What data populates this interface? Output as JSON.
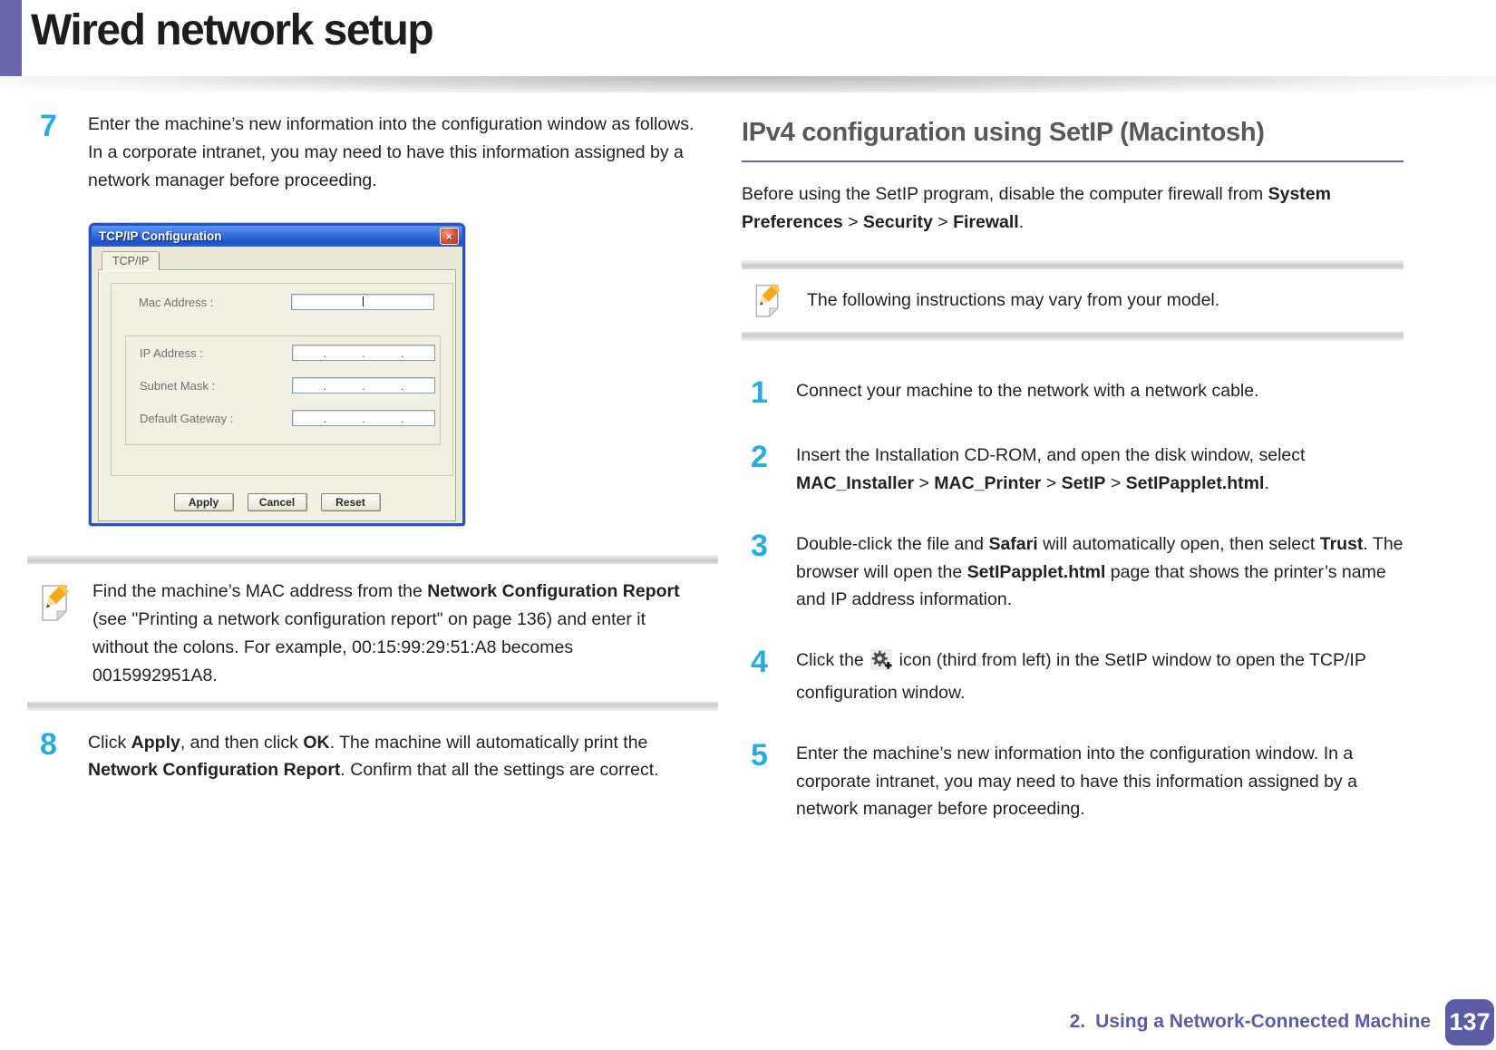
{
  "page": {
    "title": "Wired network setup",
    "footer": {
      "chapter_no": "2.",
      "chapter_title": "Using a Network-Connected Machine",
      "page_number": "137"
    }
  },
  "colors": {
    "accent_purple": "#6c66ab",
    "footer_purple": "#5c5ca6",
    "step_number_blue": "#29abe2",
    "heading_gray": "#58595b",
    "xp_titlebar_blue": "#2a63d8",
    "xp_dialog_bg": "#ece9d8"
  },
  "icons": {
    "note_icon": "note-pencil-icon",
    "gear_icon": "gear-plus-icon",
    "close_glyph": "×"
  },
  "left_column": {
    "step7": {
      "number": "7",
      "segments": [
        {
          "t": "Enter the machine’s new information into the configuration window as follows. In a corporate intranet, you may need to have this information assigned by a network manager before proceeding."
        }
      ]
    },
    "dialog": {
      "title": "TCP/IP Configuration",
      "tab": "TCP/IP",
      "fields": [
        {
          "label": "Mac Address :",
          "value": ""
        },
        {
          "label": "IP Address :",
          "value": ""
        },
        {
          "label": "Subnet Mask :",
          "value": ""
        },
        {
          "label": "Default Gateway :",
          "value": ""
        }
      ],
      "ip_dots": ". . .",
      "buttons": [
        "Apply",
        "Cancel",
        "Reset"
      ]
    },
    "note": {
      "segments": [
        {
          "t": "Find the machine’s MAC address from the "
        },
        {
          "t": "Network Configuration Report",
          "b": true
        },
        {
          "t": " (see \"Printing a network configuration report\" on page 136) and enter it without the colons. For example, 00:15:99:29:51:A8 becomes 0015992951A8."
        }
      ]
    },
    "step8": {
      "number": "8",
      "segments": [
        {
          "t": "Click "
        },
        {
          "t": "Apply",
          "b": true
        },
        {
          "t": ", and then click "
        },
        {
          "t": "OK",
          "b": true
        },
        {
          "t": ". The machine will automatically print the "
        },
        {
          "t": "Network Configuration Report",
          "b": true
        },
        {
          "t": ". Confirm that all the settings are correct."
        }
      ]
    }
  },
  "right_column": {
    "heading": "IPv4 configuration using SetIP (Macintosh)",
    "intro_segments": [
      {
        "t": "Before using the SetIP program, disable the computer firewall from "
      },
      {
        "t": "System Preferences",
        "b": true
      },
      {
        "t": " > "
      },
      {
        "t": "Security",
        "b": true
      },
      {
        "t": " > "
      },
      {
        "t": "Firewall",
        "b": true
      },
      {
        "t": "."
      }
    ],
    "note": {
      "segments": [
        {
          "t": "The following instructions may vary from your model."
        }
      ]
    },
    "steps": [
      {
        "number": "1",
        "segments": [
          {
            "t": "Connect your machine to the network with a network cable."
          }
        ]
      },
      {
        "number": "2",
        "segments": [
          {
            "t": "Insert the Installation CD-ROM, and open the disk window, select "
          },
          {
            "t": "MAC_Installer",
            "b": true
          },
          {
            "t": " > "
          },
          {
            "t": "MAC_Printer",
            "b": true
          },
          {
            "t": " > "
          },
          {
            "t": "SetIP",
            "b": true
          },
          {
            "t": " > "
          },
          {
            "t": "SetIPapplet.html",
            "b": true
          },
          {
            "t": "."
          }
        ]
      },
      {
        "number": "3",
        "segments": [
          {
            "t": "Double-click the file and "
          },
          {
            "t": "Safari",
            "b": true
          },
          {
            "t": " will automatically open, then select "
          },
          {
            "t": "Trust",
            "b": true
          },
          {
            "t": ". The browser will open the "
          },
          {
            "t": "SetIPapplet.html",
            "b": true
          },
          {
            "t": " page that shows the printer’s name and IP address information."
          }
        ]
      },
      {
        "number": "4",
        "segments": [
          {
            "t": "Click the "
          },
          {
            "icon": "gear-plus-icon"
          },
          {
            "t": " icon (third from left) in the SetIP window to open the TCP/IP configuration window."
          }
        ]
      },
      {
        "number": "5",
        "segments": [
          {
            "t": "Enter the machine’s new information into the configuration window. In a corporate intranet, you may need to have this information assigned by a network manager before proceeding."
          }
        ]
      }
    ]
  }
}
